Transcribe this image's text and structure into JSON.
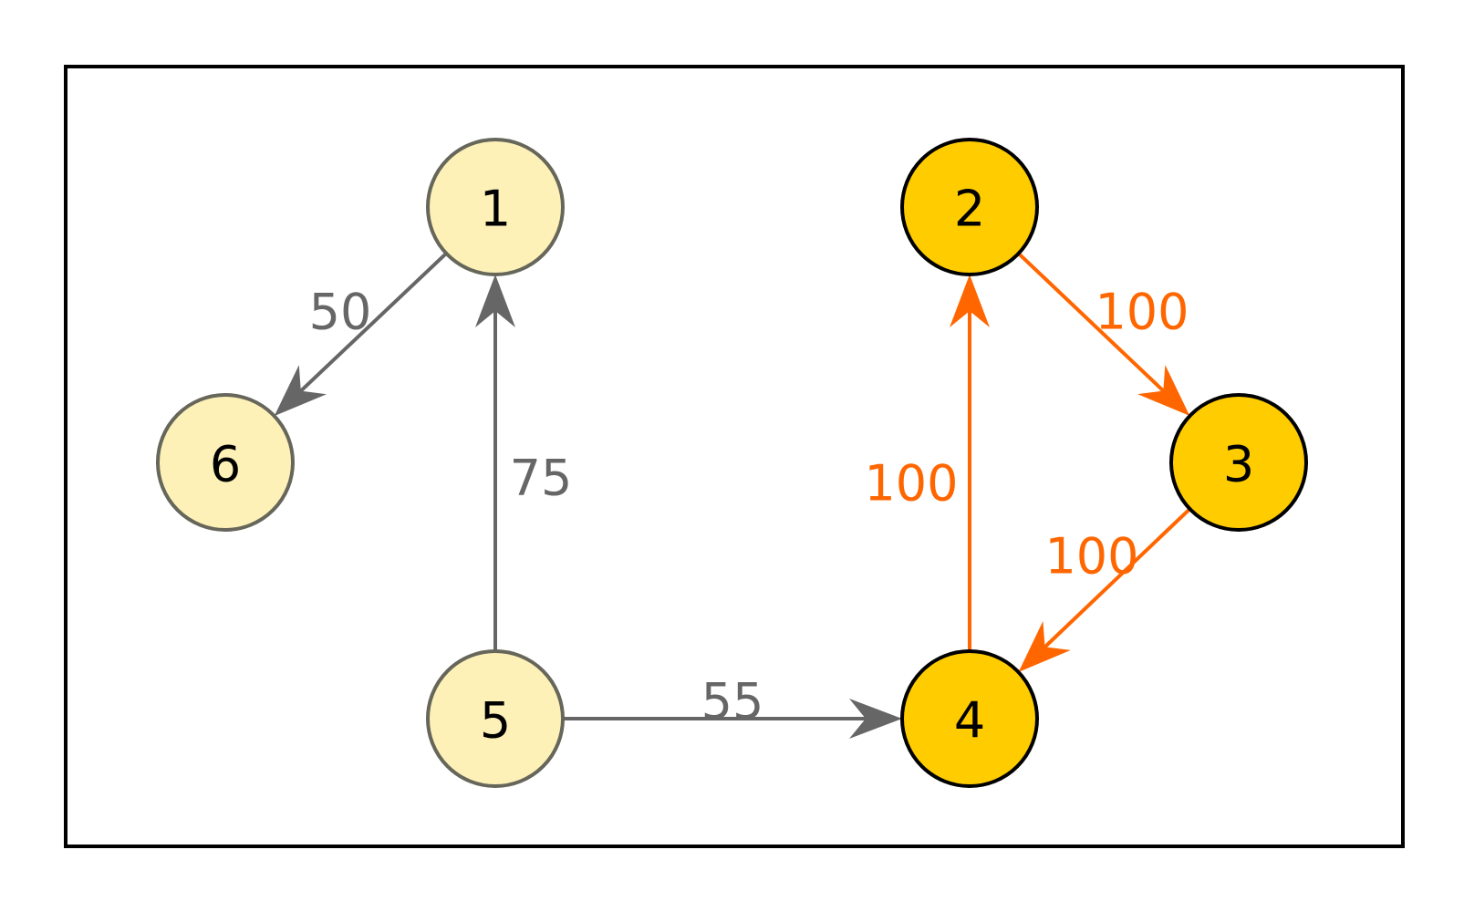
{
  "colors": {
    "background": "#ffffff",
    "frame_stroke": "#000000",
    "light_node_fill": "#fdf1b8",
    "light_node_stroke": "#66665a",
    "highlight_node_fill": "#ffcc00",
    "highlight_node_stroke": "#000000",
    "normal_edge": "#666666",
    "highlight_edge": "#ff6600",
    "node_text": "#000000"
  },
  "graph": {
    "nodes": [
      {
        "id": "1",
        "label": "1",
        "style": "light"
      },
      {
        "id": "2",
        "label": "2",
        "style": "highlight"
      },
      {
        "id": "3",
        "label": "3",
        "style": "highlight"
      },
      {
        "id": "4",
        "label": "4",
        "style": "highlight"
      },
      {
        "id": "5",
        "label": "5",
        "style": "light"
      },
      {
        "id": "6",
        "label": "6",
        "style": "light"
      }
    ],
    "edges": [
      {
        "id": "e-1-6",
        "from": "1",
        "to": "6",
        "label": "50",
        "style": "normal"
      },
      {
        "id": "e-5-1",
        "from": "5",
        "to": "1",
        "label": "75",
        "style": "normal"
      },
      {
        "id": "e-5-4",
        "from": "5",
        "to": "4",
        "label": "55",
        "style": "normal"
      },
      {
        "id": "e-2-3",
        "from": "2",
        "to": "3",
        "label": "100",
        "style": "highlight"
      },
      {
        "id": "e-4-2",
        "from": "4",
        "to": "2",
        "label": "100",
        "style": "highlight"
      },
      {
        "id": "e-3-4",
        "from": "3",
        "to": "4",
        "label": "100",
        "style": "highlight"
      }
    ]
  }
}
